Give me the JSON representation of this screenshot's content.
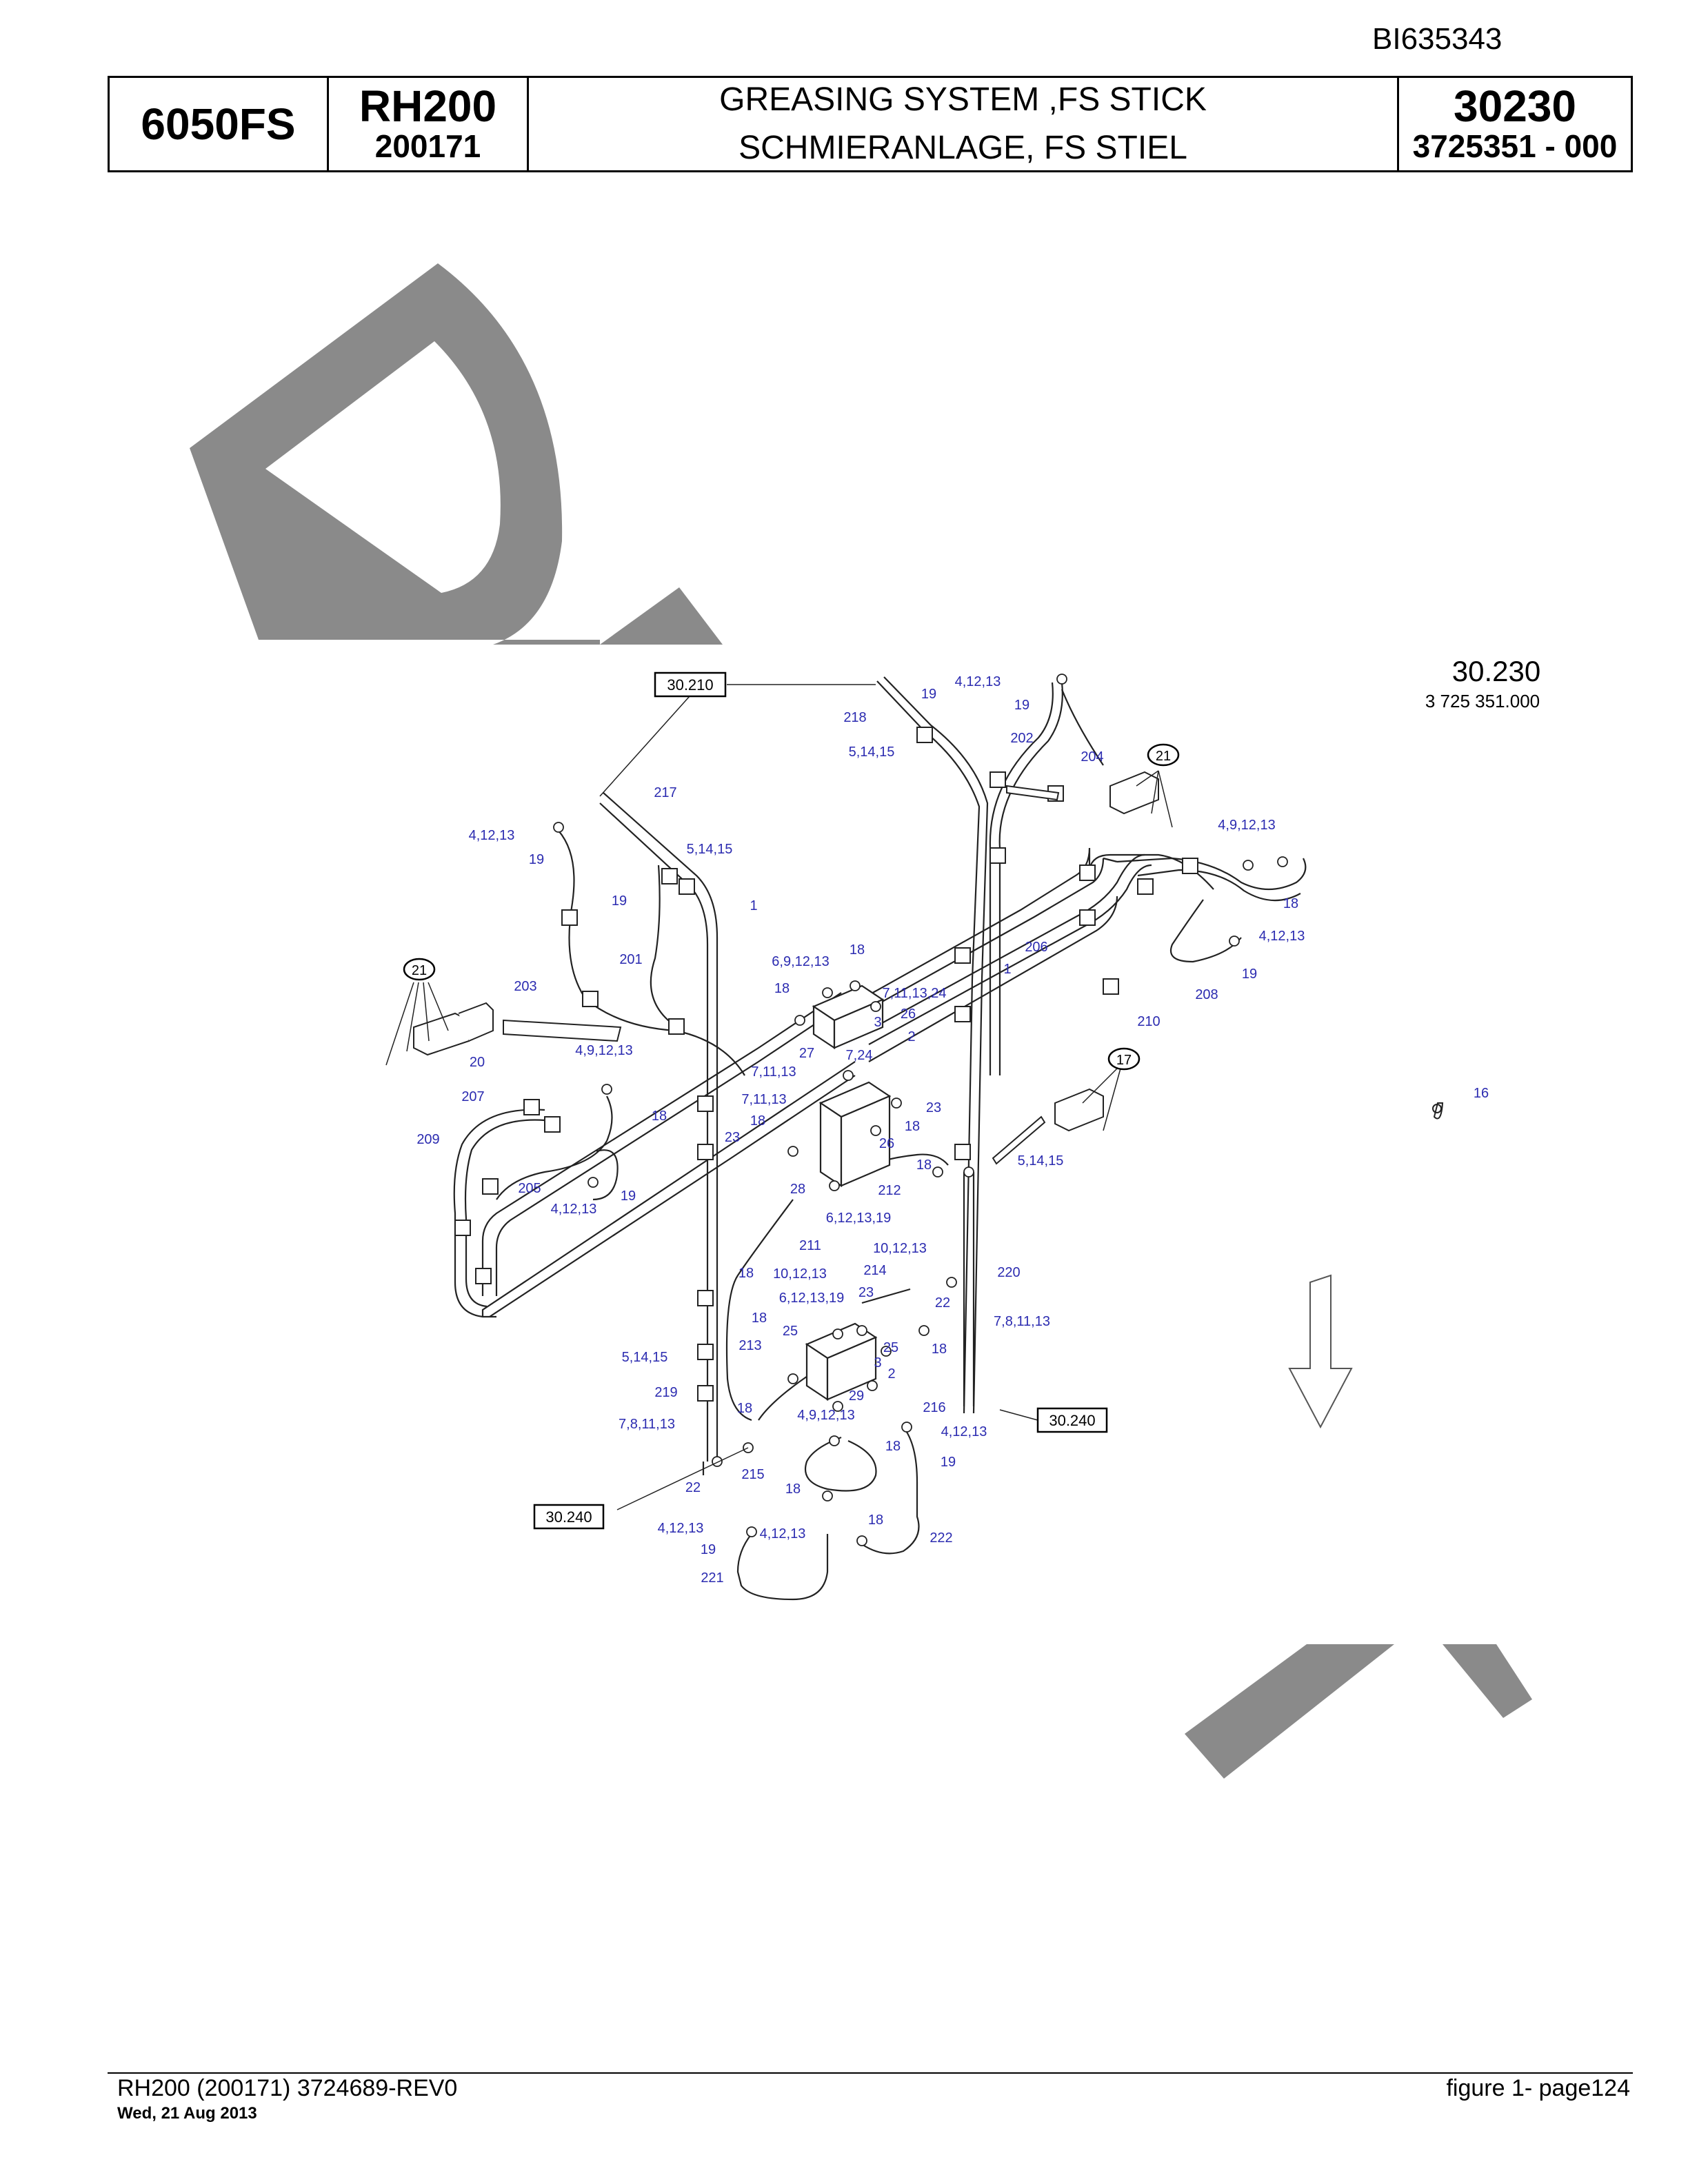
{
  "doc_id": "BI635343",
  "header": {
    "model": "6050FS",
    "machine": "RH200",
    "serial": "200171",
    "title_en": "GREASING SYSTEM ,FS STICK",
    "title_de": "SCHMIERANLAGE, FS STIEL",
    "group": "30230",
    "part_number": "3725351  - 000"
  },
  "figure": {
    "group_label": "30.230",
    "part_label": "3 725 351.000",
    "refs": [
      "30.210",
      "30.240",
      "30.240"
    ],
    "callout_circles": [
      "21",
      "21",
      "17"
    ],
    "labels": {
      "l218": "218",
      "l19a": "19",
      "l41213a": "4,12,13",
      "l19b": "19",
      "l202": "202",
      "l204": "204",
      "l51415a": "5,14,15",
      "l217": "217",
      "l41213b": "4,12,13",
      "l19c": "19",
      "l51415b": "5,14,15",
      "l19d": "19",
      "l1a": "1",
      "l201": "201",
      "l203": "203",
      "l20": "20",
      "l691213": "6,9,12,13",
      "l18a": "18",
      "l18b": "18",
      "l7111324": "7,11,13,24",
      "l26a": "26",
      "l3a": "3",
      "l2a": "2",
      "l206": "206",
      "l1b": "1",
      "l491213a": "4,9,12,13",
      "l18c": "18",
      "l41213c": "4,12,13",
      "l208": "208",
      "l19e": "19",
      "l210": "210",
      "l27": "27",
      "l724": "7,24",
      "l71113a": "7,11,13",
      "l71113b": "7,11,13",
      "l491213b": "4,9,12,13",
      "l207": "207",
      "l18d": "18",
      "l209": "209",
      "l18e": "18",
      "l23a": "23",
      "l23b": "23",
      "l18f": "18",
      "l26b": "26",
      "l16": "16",
      "l51415c": "5,14,15",
      "l18g": "18",
      "l205": "205",
      "l41213d": "4,12,13",
      "l19f": "19",
      "l28": "28",
      "l212": "212",
      "l6121319a": "6,12,13,19",
      "l211": "211",
      "l101213a": "10,12,13",
      "l220": "220",
      "l18h": "18",
      "l101213b": "10,12,13",
      "l214": "214",
      "l6121319b": "6,12,13,19",
      "l23c": "23",
      "l22a": "22",
      "l781113a": "7,8,11,13",
      "l18i": "18",
      "l25a": "25",
      "l25b": "25",
      "l18j": "18",
      "l213": "213",
      "l51415d": "5,14,15",
      "l3b": "3",
      "l2b": "2",
      "l219": "219",
      "l29": "29",
      "l18k": "18",
      "l491213c": "4,9,12,13",
      "l216": "216",
      "l781113b": "7,8,11,13",
      "l41213e": "4,12,13",
      "l18l": "18",
      "l19g": "19",
      "l22b": "22",
      "l215": "215",
      "l18m": "18",
      "l41213f": "4,12,13",
      "l41213g": "4,12,13",
      "l18n": "18",
      "l19h": "19",
      "l222": "222",
      "l221": "221"
    }
  },
  "footer": {
    "left": "RH200 (200171) 3724689-REV0",
    "date": "Wed, 21 Aug 2013",
    "right": "figure  1- page124"
  }
}
